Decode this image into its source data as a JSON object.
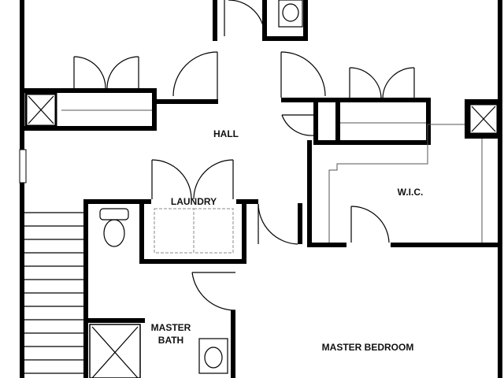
{
  "rooms": {
    "hall": "HALL",
    "laundry": "LAUNDRY",
    "wic": "W.I.C.",
    "master_bath_line1": "MASTER",
    "master_bath_line2": "BATH",
    "master_bedroom": "MASTER BEDROOM"
  },
  "colors": {
    "wall": "#000000",
    "background": "#ffffff",
    "fixture": "#555555"
  },
  "icons": [
    "door-swing-icon",
    "sink-icon",
    "toilet-icon",
    "shower-icon",
    "stairs-icon",
    "chase-x-icon"
  ]
}
